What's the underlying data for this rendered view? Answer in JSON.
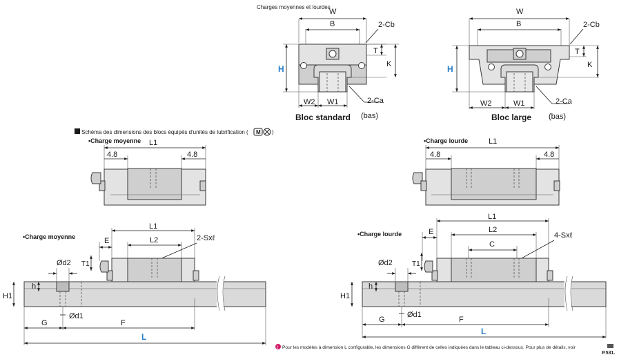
{
  "header": {
    "charges_title": "Charges moyennes et lourdes"
  },
  "standard_block": {
    "label": "Bloc standard",
    "W": "W",
    "B": "B",
    "Cb": "2-Cb",
    "T": "T",
    "K": "K",
    "H": "H",
    "W2": "W2",
    "W1": "W1",
    "Ca": "2-Ca",
    "bas": "(bas)"
  },
  "large_block": {
    "label": "Bloc large",
    "W": "W",
    "B": "B",
    "Cb": "2-Cb",
    "T": "T",
    "K": "K",
    "H": "H",
    "W2": "W2",
    "W1": "W1",
    "Ca": "2-Ca",
    "bas": "(bas)"
  },
  "lubrication": {
    "title": "Schéma des dimensions des blocs équipés d'unités de lubrification (",
    "badge": "M",
    "title_end": ")",
    "medium": {
      "label": "•Charge moyenne",
      "L1": "L1",
      "left": "4.8",
      "right": "4.8"
    },
    "heavy": {
      "label": "•Charge lourde",
      "L1": "L1",
      "left": "4.8",
      "right": "4.8"
    }
  },
  "side_medium": {
    "label": "•Charge moyenne",
    "L1": "L1",
    "L2": "L2",
    "E": "E",
    "T1": "T1",
    "Sx": "2-Sxℓ",
    "d2": "Ød2",
    "h": "h",
    "H1": "H1",
    "d1": "Ød1",
    "G": "G",
    "F": "F",
    "L": "L"
  },
  "side_heavy": {
    "label": "•Charge lourde",
    "L1": "L1",
    "L2": "L2",
    "C": "C",
    "E": "E",
    "T1": "T1",
    "Sx": "4-Sxℓ",
    "d2": "Ød2",
    "h": "h",
    "H1": "H1",
    "d1": "Ød1",
    "G": "G",
    "F": "F",
    "L": "L"
  },
  "footnote": {
    "text": "Pour les modèles à dimension L configurable, les dimensions G diffèrent de celles indiquées dans le tableau ci-dessous. Pour plus de détails, voir",
    "page": "P.531."
  }
}
